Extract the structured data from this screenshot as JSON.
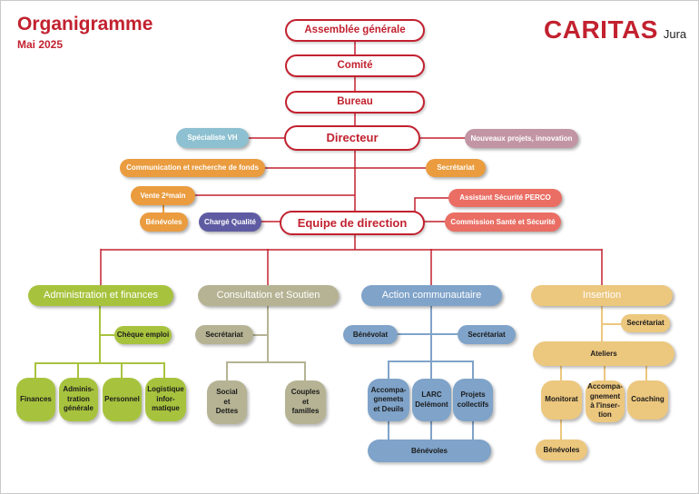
{
  "header": {
    "title": "Organigramme",
    "subtitle": "Mai 2025",
    "logo": "CARITAS",
    "logo_suffix": "Jura"
  },
  "colors": {
    "red": "#c2212f",
    "orange": "#ea9c3f",
    "teal": "#8dc0d0",
    "mauve": "#c295a5",
    "salmon": "#ea6e64",
    "purple": "#5f5ba3",
    "green": "#a7c33e",
    "olive": "#b5b393",
    "blue": "#7fa3c9",
    "yellow": "#ecc77e"
  },
  "org": {
    "top": {
      "assemblee": "Assemblée générale",
      "comite": "Comité",
      "bureau": "Bureau",
      "directeur": "Directeur",
      "equipe": "Equipe de direction"
    },
    "staff": {
      "specialiste_vh": "Spécialiste VH",
      "nouveaux_projets": "Nouveaux projets, innovation",
      "communication": "Communication et recherche de fonds",
      "secretariat": "Secrétariat",
      "vente": {
        "pre": "Vente 2",
        "sup": "e",
        "post": " main"
      },
      "assistant_securite": "Assistant Sécurité PERCO",
      "benevoles": "Bénévoles",
      "charge_qualite": "Chargé Qualité",
      "commission_sante": "Commission Santé et Sécurité"
    },
    "departments": {
      "admin": {
        "title": "Administration et finances",
        "cheque_emploi": "Chèque emploi",
        "finances": "Finances",
        "administration_generale": "Adminis-\ntration\ngénérale",
        "personnel": "Personnel",
        "logistique": "Logistique\ninfor-\nmatique"
      },
      "consultation": {
        "title": "Consultation et Soutien",
        "secretariat": "Secrétariat",
        "social_dettes": "Social\net\nDettes",
        "couples_familles": "Couples\net\nfamilles"
      },
      "action": {
        "title": "Action communautaire",
        "benevolat": "Bénévolat",
        "secretariat": "Secrétariat",
        "accompagnements_deuils": "Accompa-\ngnemets\net Deuils",
        "larc": "LARC\nDelémont",
        "projets_collectifs": "Projets\ncollectifs",
        "benevoles": "Bénévoles"
      },
      "insertion": {
        "title": "Insertion",
        "secretariat": "Secrétariat",
        "ateliers": "Ateliers",
        "monitorat": "Monitorat",
        "accompagnement_insertion": "Accompa-\ngnement\nà l'inser-\ntion",
        "coaching": "Coaching",
        "benevoles": "Bénévoles"
      }
    }
  }
}
